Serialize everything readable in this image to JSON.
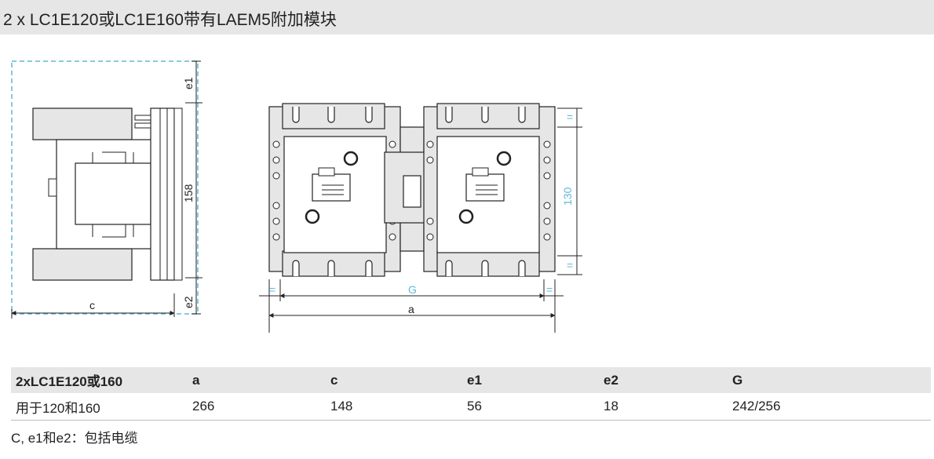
{
  "title": "2 x LC1E120或LC1E160带有LAEM5附加模块",
  "drawing": {
    "labels": {
      "e1": "e1",
      "e2": "e2",
      "height": "158",
      "c": "c",
      "G": "G",
      "a": "a",
      "height_right": "130"
    },
    "colors": {
      "outline": "#222222",
      "fill": "#e6e6e6",
      "dash": "#5fb8d6"
    }
  },
  "table": {
    "headers": [
      "2xLC1E120或160",
      "a",
      "c",
      "e1",
      "e2",
      "G"
    ],
    "rows": [
      [
        "用于120和160",
        "266",
        "148",
        "56",
        "18",
        "242/256"
      ]
    ]
  },
  "note": "C, e1和e2：包括电缆"
}
